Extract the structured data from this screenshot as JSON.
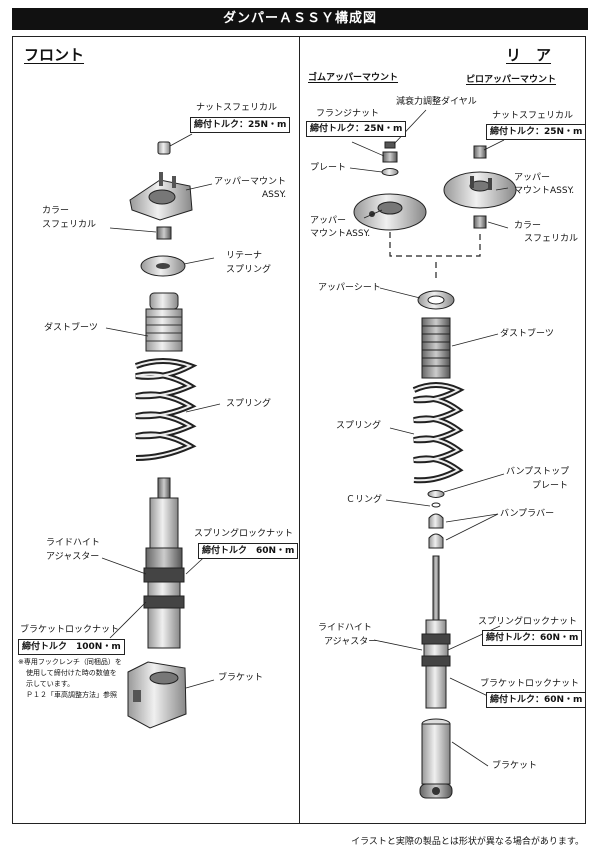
{
  "title": "ダンパーＡＳＳＹ構成図",
  "front": {
    "heading": "フロント",
    "labels": {
      "nut_spherical": "ナットスフェリカル",
      "torque_25": "締付トルク：25N・m",
      "upper_mount": "アッパーマウント",
      "upper_mount_assy": "ASSY.",
      "collar_1": "カラー",
      "collar_2": "スフェリカル",
      "retainer_1": "リテーナ",
      "retainer_2": "スプリング",
      "dust_boots": "ダストブーツ",
      "spring": "スプリング",
      "spring_lock_nut": "スプリングロックナット",
      "torque_60": "締付トルク　60N・m",
      "ride_height_1": "ライドハイト",
      "ride_height_2": "アジャスター",
      "bracket_lock_nut": "ブラケットロックナット",
      "torque_100": "締付トルク　100N・m",
      "note_mark": "※",
      "note_1": "※専用フックレンチ（同梱品）を",
      "note_2": "使用して締付けた時の数値を",
      "note_3": "示しています。",
      "note_4": "Ｐ１２「車高調整方法」参照",
      "bracket": "ブラケット"
    }
  },
  "rear": {
    "heading": "リ　ア",
    "rubber_mount": "ゴムアッパーマウント",
    "pillow_mount": "ピロアッパーマウント",
    "labels": {
      "damping_dial": "減衰力調整ダイヤル",
      "flange_nut": "フランジナット",
      "torque_25a": "締付トルク：25N・m",
      "nut_spherical": "ナットスフェリカル",
      "torque_25b": "締付トルク：25N・m",
      "plate": "プレート",
      "upper_mount_l_1": "アッパー",
      "upper_mount_l_2": "マウントASSY.",
      "upper_mount_r_1": "アッパー",
      "upper_mount_r_2": "マウントASSY.",
      "collar_1": "カラー",
      "collar_2": "スフェリカル",
      "upper_seat": "アッパーシート",
      "dust_boots": "ダストブーツ",
      "spring": "スプリング",
      "bump_stop_1": "バンプストップ",
      "bump_stop_2": "プレート",
      "c_ring": "Ｃリング",
      "bump_rubber": "バンプラバー",
      "spring_lock_nut": "スプリングロックナット",
      "torque_60a": "締付トルク：60N・m",
      "ride_height_1": "ライドハイト",
      "ride_height_2": "アジャスター",
      "bracket_lock_nut": "ブラケットロックナット",
      "torque_60b": "締付トルク：60N・m",
      "bracket": "ブラケット"
    }
  },
  "footnote": "イラストと実際の製品とは形状が異なる場合があります。"
}
